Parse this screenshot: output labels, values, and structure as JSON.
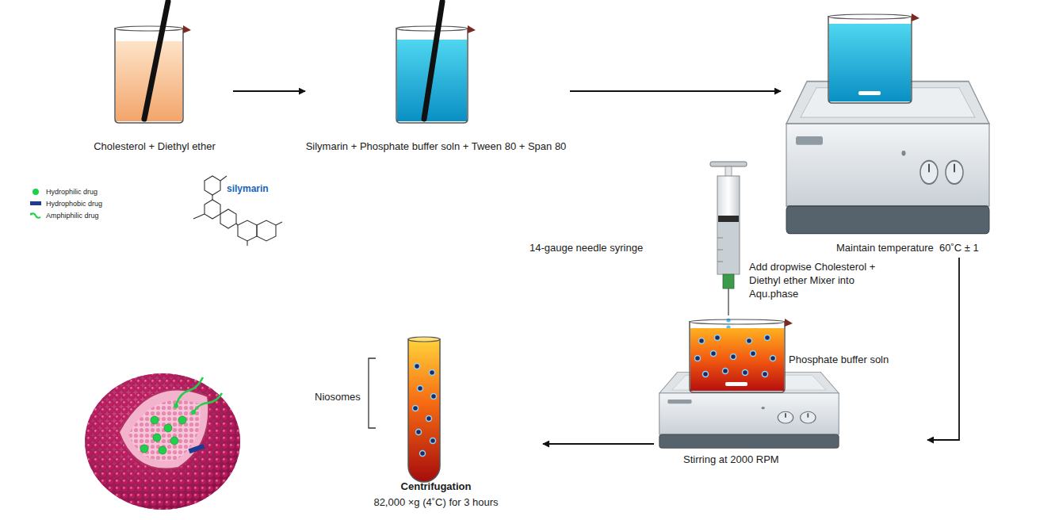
{
  "diagram": {
    "nodes": [
      {
        "text": [
          "Cholesterol + Diethyl ether"
        ]
      },
      {
        "text": [
          "Silymarin + Phosphate buffer soln + Tween 80 + Span 80"
        ]
      },
      {
        "text": [
          "Maintain temperature  60˚C ± 1"
        ]
      },
      {
        "text": [
          "Phosphate buffer soln",
          "Stirring at 2000 RPM"
        ]
      },
      {
        "text": [
          "Niosomes",
          "Centrifugation",
          "82,000 ×g (4˚C) for 3 hours"
        ]
      }
    ],
    "edges": [
      {
        "from": 0,
        "to": 1,
        "arrow": "to"
      },
      {
        "from": 1,
        "to": 2,
        "arrow": "to"
      },
      {
        "from": 2,
        "to": 3,
        "arrow": "to"
      },
      {
        "from": 3,
        "to": 4,
        "arrow": "to"
      }
    ],
    "labels": [
      "14-gauge needle syringe",
      "Add dropwise Cholesterol + Diethyl ether Mixer into Aqu.phase",
      "silymarin"
    ],
    "legend": [
      {
        "text": "Hydrophilic drug",
        "color": "#1fd14a"
      },
      {
        "text": "Hydrophobic drug",
        "color": "#1f3a93"
      },
      {
        "text": "Amphiphilic drug"
      }
    ]
  }
}
